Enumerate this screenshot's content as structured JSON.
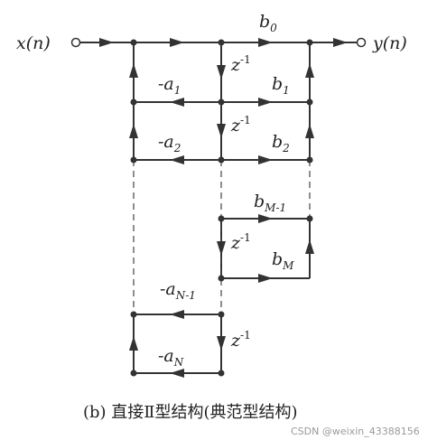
{
  "labels": {
    "input": "x(n)",
    "output": "y(n)",
    "b0": "b0",
    "b1": "b1",
    "b2": "b2",
    "bM1": "bM-1",
    "bM": "bM",
    "a1": "-a1",
    "a2": "-a2",
    "aN1": "-aN-1",
    "aN": "-aN",
    "delay": "z-1"
  },
  "caption": "(b) 直接Ⅱ型结构(典范型结构)",
  "watermark": "CSDN @weixin_43388156"
}
